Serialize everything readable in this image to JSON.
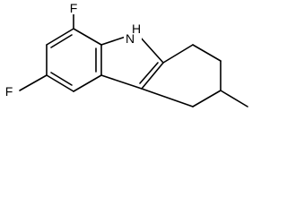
{
  "molecule": {
    "atoms": {
      "f_top": "F",
      "f_left": "F",
      "nh": "H\nN"
    },
    "labels": {
      "f_top": "F",
      "f_left": "F",
      "h": "H",
      "n": "N"
    }
  },
  "colors": {
    "bond": "#000000",
    "background": "#ffffff"
  }
}
